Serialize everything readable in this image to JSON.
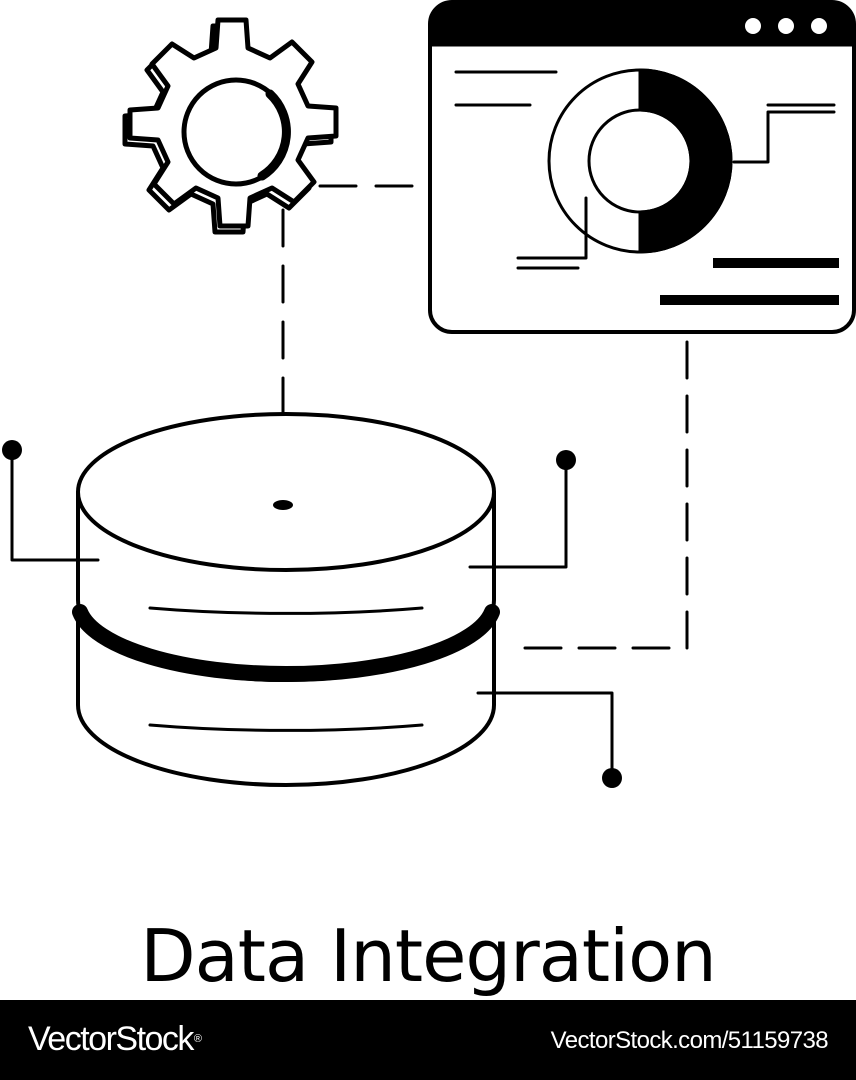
{
  "caption": "Data Integration",
  "watermark": {
    "brand": "VectorStock",
    "registered_mark": "®",
    "image_id": "VectorStock.com/51159738"
  },
  "icons": {
    "gear": "gear-icon",
    "browser_window": "browser-window-icon",
    "donut_chart": "donut-chart-icon",
    "database": "database-icon"
  },
  "colors": {
    "stroke": "#000000",
    "background": "#ffffff",
    "footer_background": "#000000",
    "footer_text": "#ffffff"
  }
}
